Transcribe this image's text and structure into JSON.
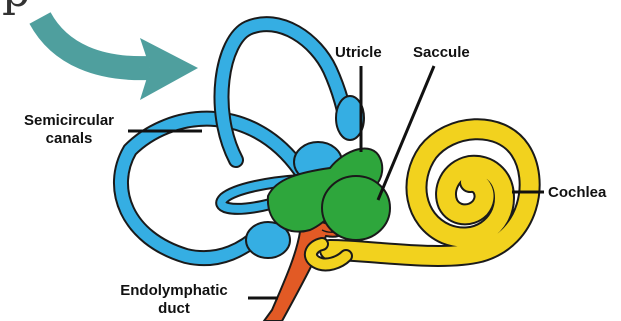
{
  "figure": {
    "top_cropped_glyph": "p",
    "labels": {
      "semicircular_canals": [
        "Semicircular",
        "canals"
      ],
      "utricle": "Utricle",
      "saccule": "Saccule",
      "cochlea": "Cochlea",
      "endolymphatic_duct": [
        "Endolymphatic",
        "duct"
      ]
    }
  },
  "colors": {
    "semicircular_canals": "#35aee3",
    "vestibule": "#2ea63c",
    "cochlea": "#f2d21e",
    "endolymphatic_duct": "#e25a25",
    "arrow": "#4f9f9e",
    "outline": "#1a1a1a"
  },
  "icons": {
    "arrow": "curved-arrow-icon"
  }
}
